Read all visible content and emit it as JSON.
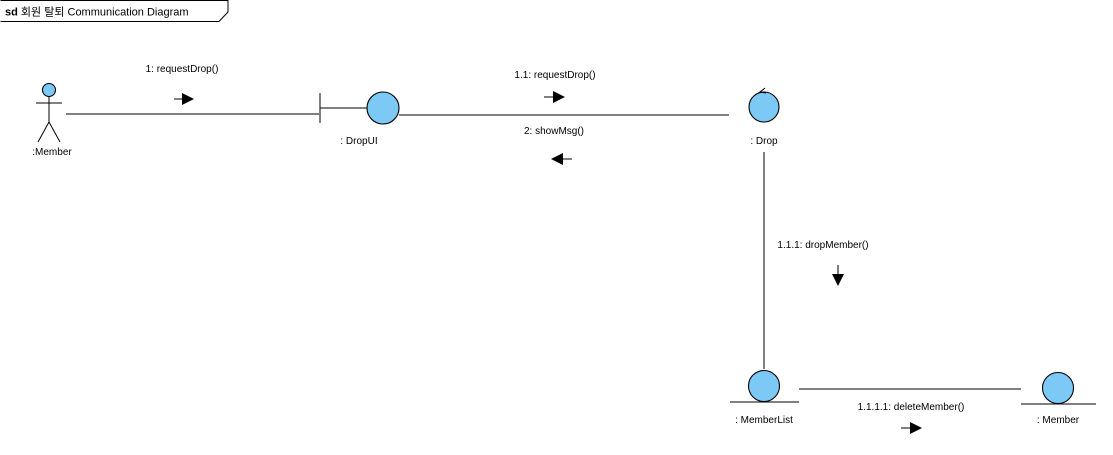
{
  "frame": {
    "keyword": "sd",
    "name": "회원 탈퇴 Communication Diagram"
  },
  "objects": {
    "actor": ":Member",
    "boundary": ": DropUI",
    "control": ": Drop",
    "list": ": MemberList",
    "member": ": Member"
  },
  "messages": {
    "m1": "1: requestDrop()",
    "m11": "1.1: requestDrop()",
    "m2": "2: showMsg()",
    "m111": "1.1.1: dropMember()",
    "m1111": "1.1.1.1: deleteMember()"
  },
  "colors": {
    "object_fill": "#7cc9f5",
    "line": "#000000"
  }
}
